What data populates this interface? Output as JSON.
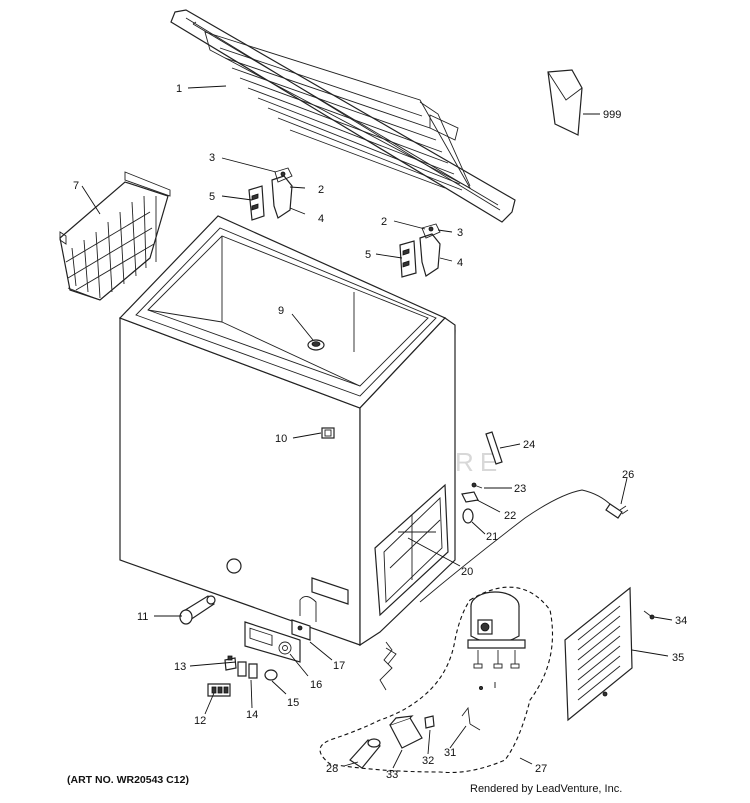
{
  "watermark": "LEADVENTURE",
  "art_no": "(ART NO. WR20543 C12)",
  "rendered_by": "Rendered by LeadVenture, Inc.",
  "callouts": [
    {
      "id": "c1",
      "label": "1"
    },
    {
      "id": "c2a",
      "label": "2"
    },
    {
      "id": "c2b",
      "label": "2"
    },
    {
      "id": "c3a",
      "label": "3"
    },
    {
      "id": "c3b",
      "label": "3"
    },
    {
      "id": "c4a",
      "label": "4"
    },
    {
      "id": "c4b",
      "label": "4"
    },
    {
      "id": "c5a",
      "label": "5"
    },
    {
      "id": "c5b",
      "label": "5"
    },
    {
      "id": "c7",
      "label": "7"
    },
    {
      "id": "c9",
      "label": "9"
    },
    {
      "id": "c10",
      "label": "10"
    },
    {
      "id": "c11",
      "label": "11"
    },
    {
      "id": "c12",
      "label": "12"
    },
    {
      "id": "c13",
      "label": "13"
    },
    {
      "id": "c14",
      "label": "14"
    },
    {
      "id": "c15",
      "label": "15"
    },
    {
      "id": "c16",
      "label": "16"
    },
    {
      "id": "c17",
      "label": "17"
    },
    {
      "id": "c20",
      "label": "20"
    },
    {
      "id": "c21",
      "label": "21"
    },
    {
      "id": "c22",
      "label": "22"
    },
    {
      "id": "c23",
      "label": "23"
    },
    {
      "id": "c24",
      "label": "24"
    },
    {
      "id": "c26",
      "label": "26"
    },
    {
      "id": "c27",
      "label": "27"
    },
    {
      "id": "c28",
      "label": "28"
    },
    {
      "id": "c31",
      "label": "31"
    },
    {
      "id": "c32",
      "label": "32"
    },
    {
      "id": "c33",
      "label": "33"
    },
    {
      "id": "c34",
      "label": "34"
    },
    {
      "id": "c35",
      "label": "35"
    },
    {
      "id": "c999",
      "label": "999"
    }
  ]
}
